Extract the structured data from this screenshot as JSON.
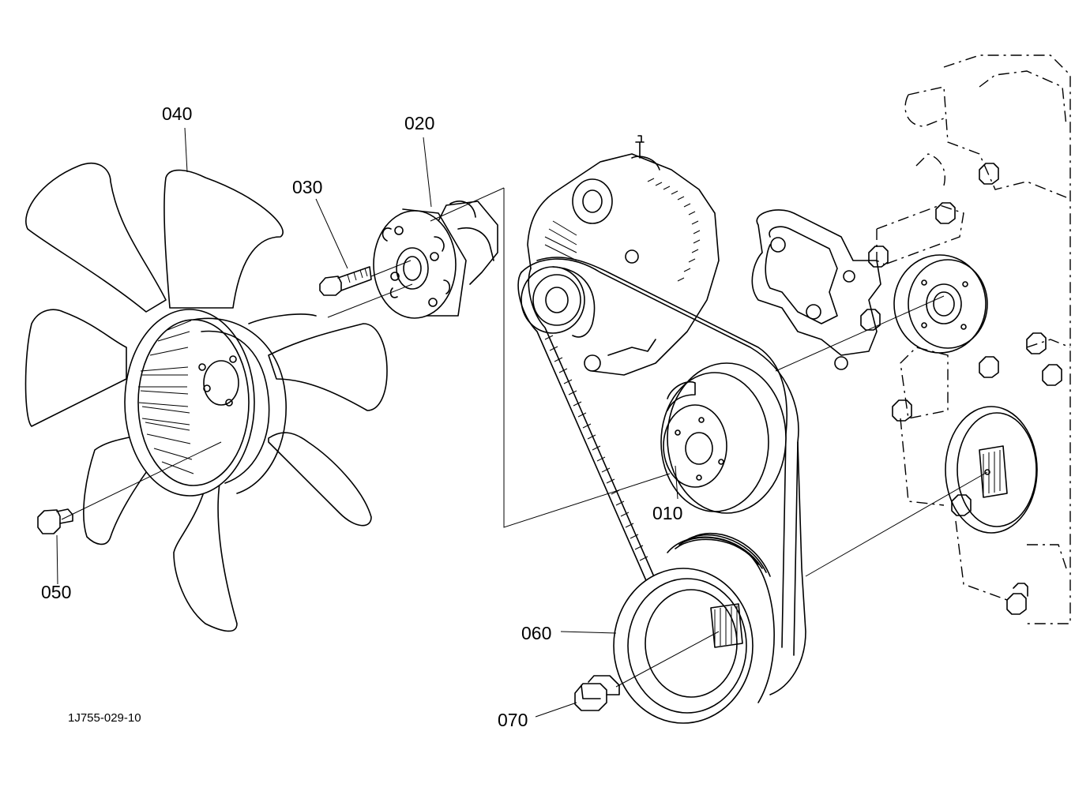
{
  "callouts": {
    "p010": "010",
    "p020": "020",
    "p030": "030",
    "p040": "040",
    "p050": "050",
    "p060": "060",
    "p070": "070"
  },
  "drawing_code": "1J755-029-10"
}
